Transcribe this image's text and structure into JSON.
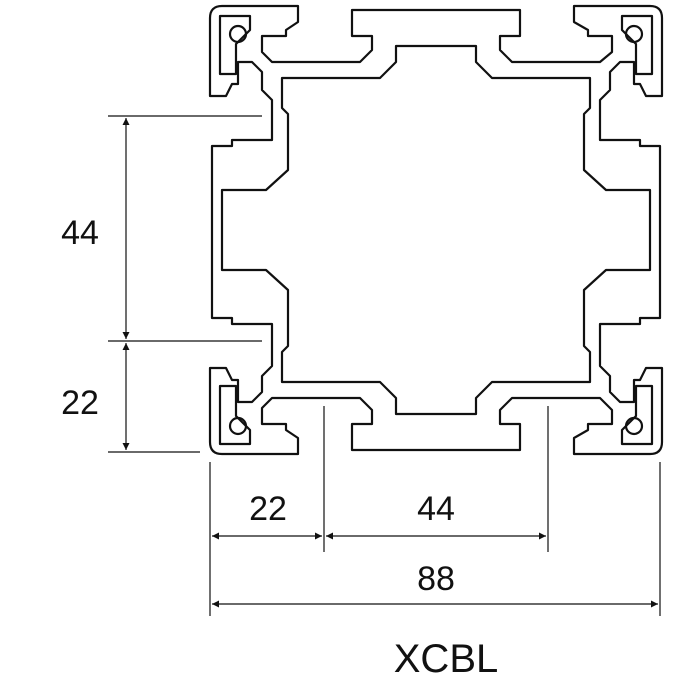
{
  "drawing": {
    "label": "XCBL",
    "dimensions": {
      "left_upper": "44",
      "left_lower": "22",
      "bottom_left": "22",
      "bottom_middle": "44",
      "bottom_overall": "88"
    },
    "colors": {
      "line": "#111111",
      "background": "#ffffff"
    }
  }
}
